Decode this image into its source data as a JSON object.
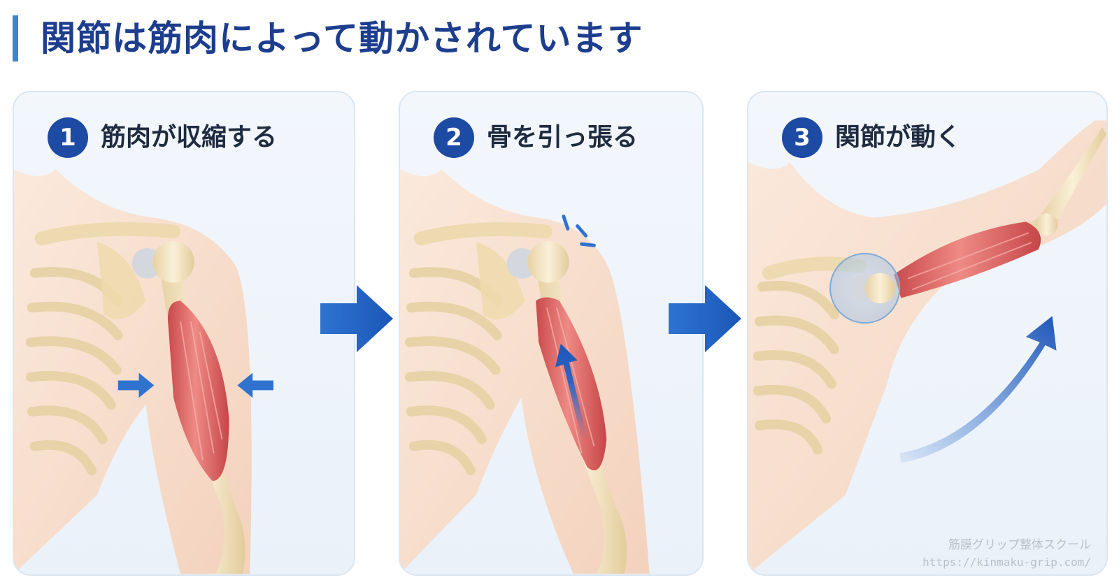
{
  "title": "関節は筋肉によって動かされています",
  "steps": [
    {
      "number": "1",
      "label": "筋肉が収縮する"
    },
    {
      "number": "2",
      "label": "骨を引っ張る"
    },
    {
      "number": "3",
      "label": "関節が動く"
    }
  ],
  "watermark": {
    "name": "筋膜グリップ整体スクール",
    "url": "https://kinmaku-grip.com/"
  },
  "colors": {
    "accent_blue": "#1d4aa3",
    "title_blue": "#1d3d8e",
    "muscle": "#e0706e",
    "bone": "#f2e4c2",
    "skin": "#f8e3d3"
  }
}
